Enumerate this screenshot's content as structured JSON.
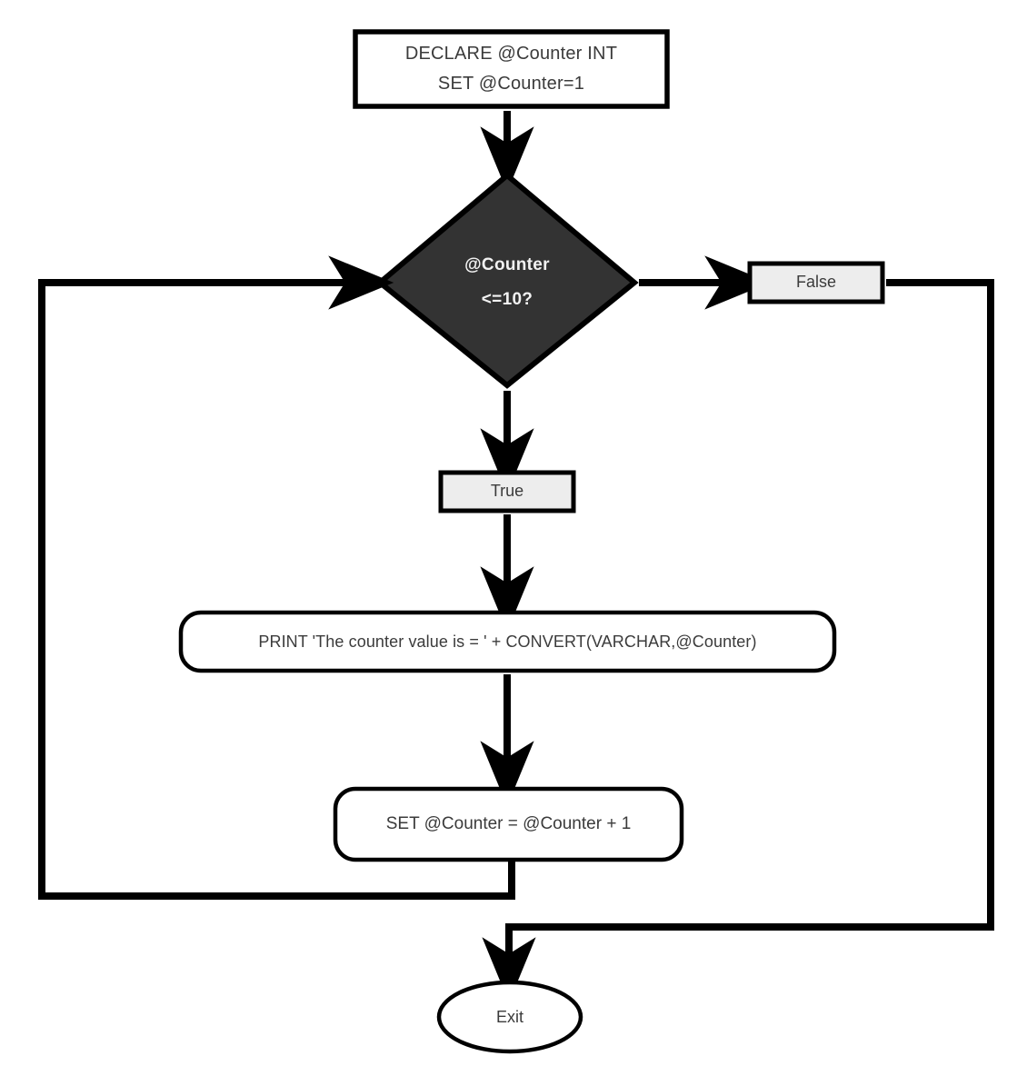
{
  "diagram": {
    "title": "SQL WHILE loop counter flowchart",
    "type": "flowchart",
    "colors": {
      "stroke": "#000000",
      "decision_fill": "#333333",
      "decision_text": "#f2f2f2",
      "label_fill": "#ededed",
      "process_fill": "#ffffff",
      "text": "#3b3b3b",
      "background": "#ffffff"
    },
    "nodes": {
      "start": {
        "shape": "rectangle",
        "line1": "DECLARE @Counter INT",
        "line2": "SET @Counter=1"
      },
      "decision": {
        "shape": "diamond",
        "line1": "@Counter",
        "line2": "<=10?"
      },
      "false_label": {
        "shape": "rectangle",
        "label": "False"
      },
      "true_label": {
        "shape": "rectangle",
        "label": "True"
      },
      "print": {
        "shape": "rounded-rectangle",
        "label": "PRINT 'The counter value is = ' + CONVERT(VARCHAR,@Counter)"
      },
      "increment": {
        "shape": "rounded-rectangle",
        "label": "SET @Counter = @Counter + 1"
      },
      "exit": {
        "shape": "ellipse",
        "label": "Exit"
      }
    },
    "edges": [
      {
        "name": "start-to-decision",
        "from": "start",
        "to": "decision",
        "label": "",
        "arrow": "down"
      },
      {
        "name": "decision-to-false",
        "from": "decision",
        "to": "false_label",
        "label": "",
        "arrow": "right"
      },
      {
        "name": "decision-to-true",
        "from": "decision",
        "to": "true_label",
        "label": "",
        "arrow": "down"
      },
      {
        "name": "true-to-print",
        "from": "true_label",
        "to": "print",
        "label": "",
        "arrow": "down"
      },
      {
        "name": "print-to-increment",
        "from": "print",
        "to": "increment",
        "label": "",
        "arrow": "down"
      },
      {
        "name": "increment-to-decision-loopback",
        "from": "increment",
        "to": "decision",
        "label": "",
        "arrow": "right"
      },
      {
        "name": "false-to-exit",
        "from": "false_label",
        "to": "exit",
        "label": "",
        "arrow": "down"
      }
    ]
  }
}
